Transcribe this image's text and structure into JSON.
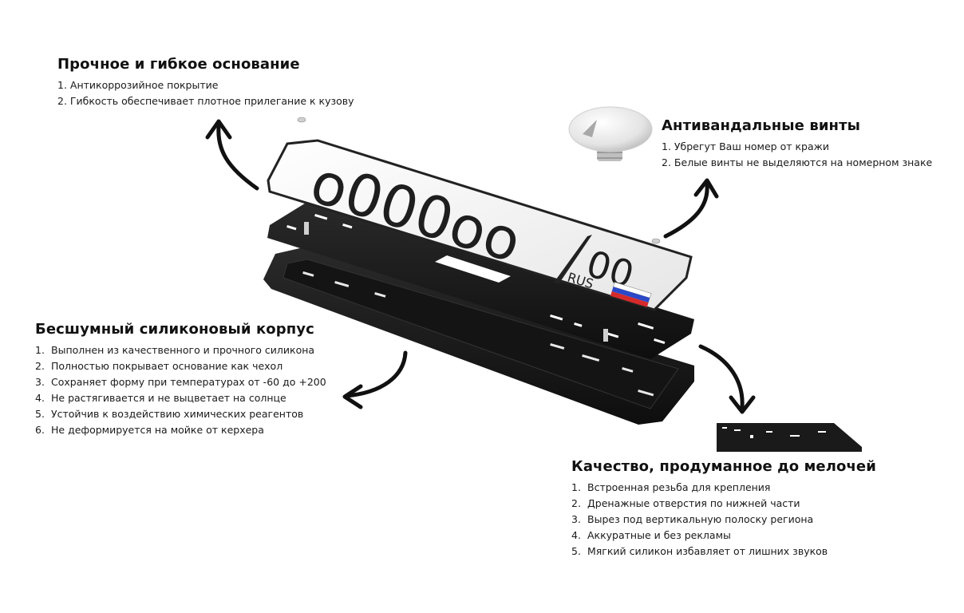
{
  "blocks": {
    "base": {
      "title": "Прочное и гибкое основание",
      "items": [
        {
          "num": "1.",
          "text": "Антикоррозийное покрытие"
        },
        {
          "num": "2.",
          "text": "Гибкость обеспечивает плотное прилегание к кузову"
        }
      ]
    },
    "screws": {
      "title": "Антивандальные винты",
      "items": [
        {
          "num": "1.",
          "text": "Убрегут Ваш номер от кражи"
        },
        {
          "num": "2.",
          "text": "Белые винты не выделяются на номерном знаке"
        }
      ]
    },
    "silent": {
      "title": "Бесшумный силиконовый корпус",
      "items": [
        {
          "num": "1.",
          "text": "Выполнен из качественного и прочного силикона"
        },
        {
          "num": "2.",
          "text": "Полностью покрывает основание как чехол"
        },
        {
          "num": "3.",
          "text": "Сохраняет форму при температурах от -60 до +200"
        },
        {
          "num": "4.",
          "text": "Не растягивается и не выцветает на солнце"
        },
        {
          "num": "5.",
          "text": "Устойчив к воздействию химических реагентов"
        },
        {
          "num": "6.",
          "text": "Не деформируется на мойке от керхера"
        }
      ]
    },
    "quality": {
      "title": "Качество, продуманное до мелочей",
      "items": [
        {
          "num": "1.",
          "text": "Встроенная резьба для крепления"
        },
        {
          "num": "2.",
          "text": "Дренажные отверстия по нижней части"
        },
        {
          "num": "3.",
          "text": "Вырез под вертикальную полоску региона"
        },
        {
          "num": "4.",
          "text": "Аккуратные и без рекламы"
        },
        {
          "num": "5.",
          "text": "Мягкий силикон избавляет от лишних звуков"
        }
      ]
    }
  },
  "plate": {
    "number": "о000оо",
    "region": "00",
    "country": "RUS"
  },
  "icons": {
    "arrows": "curved-arrow-icon",
    "screw": "screw-icon",
    "flag": "russian-flag-icon"
  },
  "colors": {
    "frame": "#1c1c1c",
    "plate_bg": "#f4f4f4",
    "text": "#111111"
  }
}
